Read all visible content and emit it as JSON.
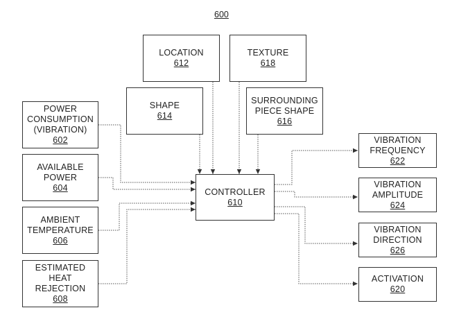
{
  "figure_number": "600",
  "boxes": {
    "location": {
      "label": "LOCATION",
      "ref": "612"
    },
    "texture": {
      "label": "TEXTURE",
      "ref": "618"
    },
    "shape": {
      "label": "SHAPE",
      "ref": "614"
    },
    "surrounding": {
      "label": "SURROUNDING\nPIECE SHAPE",
      "ref": "616"
    },
    "power": {
      "label": "POWER\nCONSUMPTION\n(VIBRATION)",
      "ref": "602"
    },
    "available": {
      "label": "AVAILABLE\nPOWER",
      "ref": "604"
    },
    "ambient": {
      "label": "AMBIENT\nTEMPERATURE",
      "ref": "606"
    },
    "heat": {
      "label": "ESTIMATED\nHEAT\nREJECTION",
      "ref": "608"
    },
    "controller": {
      "label": "CONTROLLER",
      "ref": "610"
    },
    "frequency": {
      "label": "VIBRATION\nFREQUENCY",
      "ref": "622"
    },
    "amplitude": {
      "label": "VIBRATION\nAMPLITUDE",
      "ref": "624"
    },
    "direction": {
      "label": "VIBRATION\nDIRECTION",
      "ref": "626"
    },
    "activation": {
      "label": "ACTIVATION",
      "ref": "620"
    }
  }
}
